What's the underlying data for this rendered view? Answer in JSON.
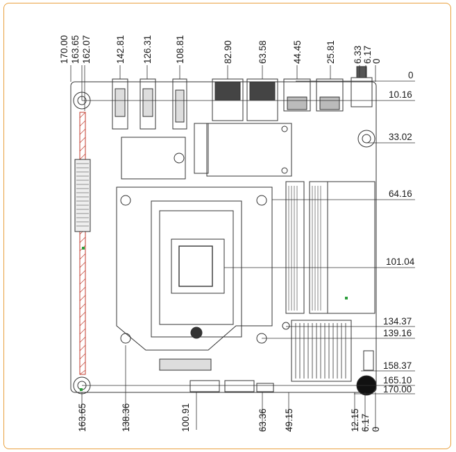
{
  "top_dimensions": [
    "170.00",
    "163.65",
    "162.07",
    "142.81",
    "126.31",
    "108.81",
    "82.90",
    "63.58",
    "44.45",
    "25.81",
    "6.33",
    "6.17",
    "0"
  ],
  "right_dimensions": [
    "0",
    "10.16",
    "33.02",
    "64.16",
    "101.04",
    "134.37",
    "139.16",
    "158.37",
    "165.10",
    "170.00"
  ],
  "bottom_dimensions": [
    "163.65",
    "138.36",
    "100.91",
    "63.36",
    "49.15",
    "12.15",
    "6.17",
    "0"
  ],
  "colors": {
    "frame_border": "#e9a13f",
    "line": "#333333",
    "hatch": "#c0392b",
    "marker": "#2a9d3a"
  }
}
